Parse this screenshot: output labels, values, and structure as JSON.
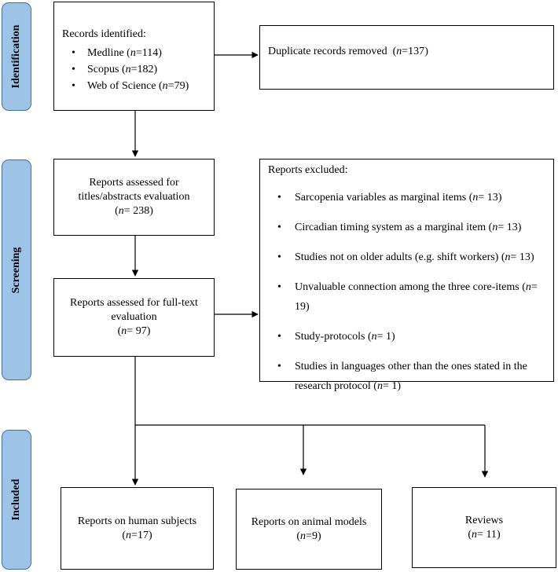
{
  "stages": {
    "identification": "Identification",
    "screening": "Screening",
    "included": "Included"
  },
  "n_symbol": "n",
  "records_identified": {
    "title": "Records identified:",
    "items": [
      {
        "label": "Medline",
        "value": "=114"
      },
      {
        "label": "Scopus",
        "value": "=182"
      },
      {
        "label": "Web of Science",
        "value": "=79"
      }
    ]
  },
  "duplicates": {
    "label": "Duplicate records removed",
    "value": "=137"
  },
  "titles_abstracts": {
    "line1": "Reports assessed for",
    "line2": "titles/abstracts evaluation",
    "value": "= 238"
  },
  "full_text": {
    "line1": "Reports assessed for full-text",
    "line2": "evaluation",
    "value": "= 97"
  },
  "excluded": {
    "title": "Reports excluded:",
    "items": [
      {
        "label": "Sarcopenia variables as marginal items",
        "value": "= 13"
      },
      {
        "label": "Circadian timing system as a marginal item",
        "value": "= 13"
      },
      {
        "label": "Studies not on older adults (e.g. shift workers)",
        "value": "= 13"
      },
      {
        "label": "Unvaluable connection among the three core-items",
        "value": "= 19"
      },
      {
        "label": "Study-protocols",
        "value": "= 1"
      },
      {
        "label": "Studies in languages other than the ones stated in the research protocol",
        "value": "= 1"
      }
    ]
  },
  "outcomes": [
    {
      "label": "Reports on human subjects",
      "value": "=17"
    },
    {
      "label": "Reports on animal models",
      "value": "=9"
    },
    {
      "label": "Reviews",
      "value": "= 11"
    }
  ]
}
